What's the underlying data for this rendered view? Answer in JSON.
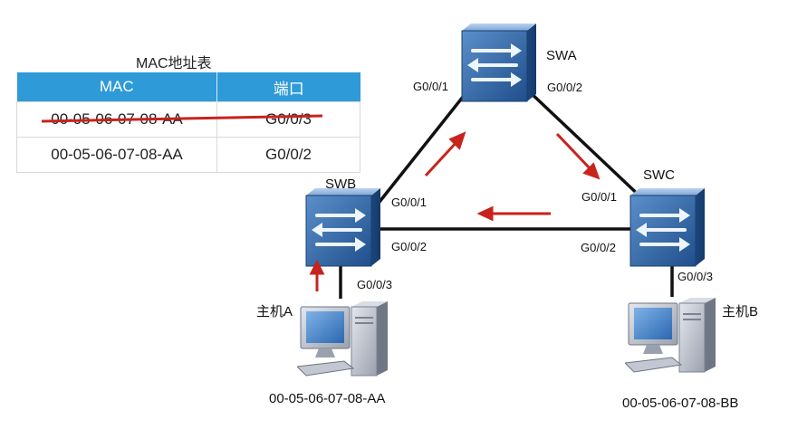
{
  "mac_table": {
    "title": "MAC地址表",
    "headers": [
      "MAC",
      "端口"
    ],
    "rows": [
      {
        "mac": "00-05-06-07-08-AA",
        "port": "G0/0/3",
        "struck": true
      },
      {
        "mac": "00-05-06-07-08-AA",
        "port": "G0/0/2",
        "struck": false
      }
    ]
  },
  "switches": {
    "swa": {
      "name": "SWA",
      "left_port": "G0/0/1",
      "right_port": "G0/0/2"
    },
    "swb": {
      "name": "SWB",
      "top_port": "G0/0/1",
      "bottom_port": "G0/0/2",
      "down_port": "G0/0/3"
    },
    "swc": {
      "name": "SWC",
      "top_port": "G0/0/1",
      "bottom_port": "G0/0/2",
      "down_port": "G0/0/3"
    }
  },
  "hosts": {
    "a": {
      "label": "主机A",
      "mac": "00-05-06-07-08-AA"
    },
    "b": {
      "label": "主机B",
      "mac": "00-05-06-07-08-BB"
    }
  },
  "colors": {
    "table_header": "#2e9ad7",
    "arrow": "#c8231c",
    "switch_body": "#2f65a3",
    "link": "#111111"
  }
}
